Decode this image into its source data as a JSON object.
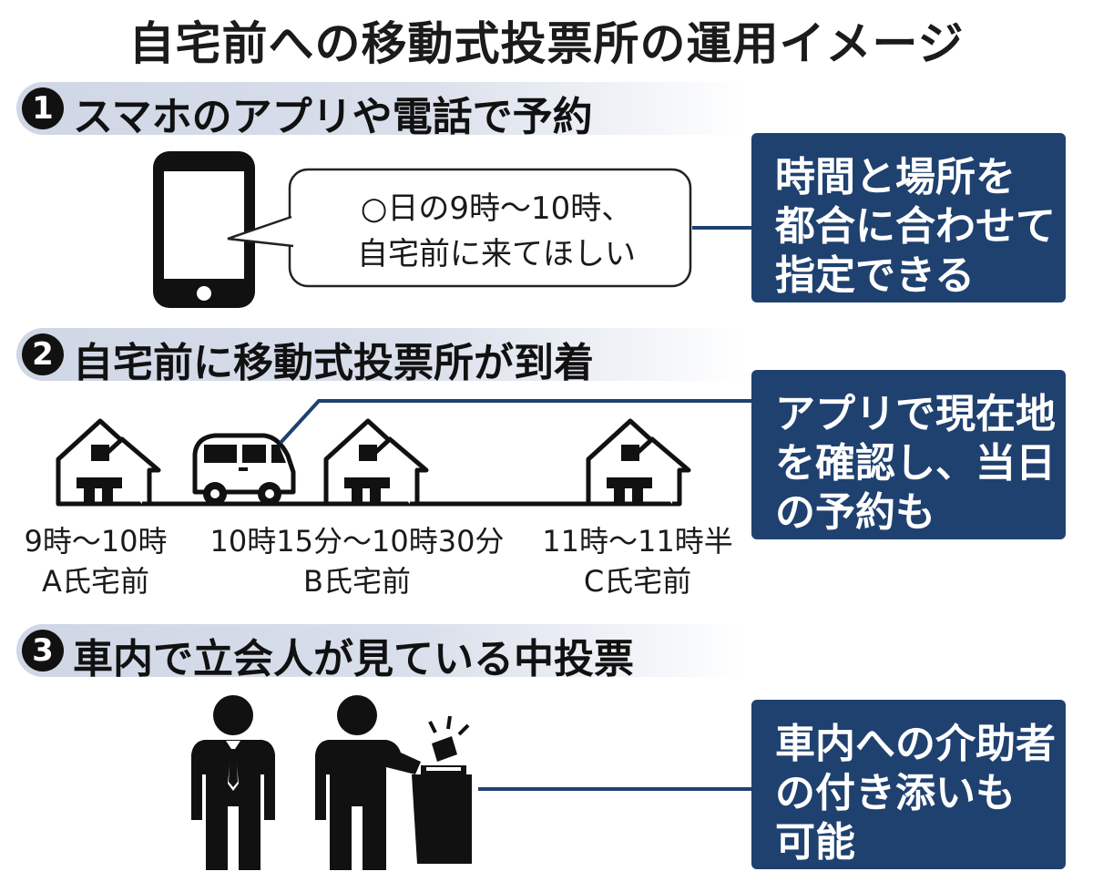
{
  "title": "自宅前への移動式投票所の運用イメージ",
  "steps": [
    {
      "num": "1",
      "text": "スマホのアプリや電話で予約"
    },
    {
      "num": "2",
      "text": "自宅前に移動式投票所が到着"
    },
    {
      "num": "3",
      "text": "車内で立会人が見ている中投票"
    }
  ],
  "bubble": {
    "lines": [
      "○日の9時～10時、",
      "自宅前に来てほしい"
    ]
  },
  "infoboxes": [
    {
      "lines": [
        "時間と場所を",
        "都合に合わせて",
        "指定できる"
      ]
    },
    {
      "lines": [
        "アプリで現在地",
        "を確認し、当日",
        "の予約も"
      ]
    },
    {
      "lines": [
        "車内への介助者",
        "の付き添いも",
        "可能"
      ]
    }
  ],
  "houses": [
    {
      "time": "9時～10時",
      "name": "A氏宅前"
    },
    {
      "time": "10時15分～10時30分",
      "name": "B氏宅前"
    },
    {
      "time": "11時～11時半",
      "name": "C氏宅前"
    }
  ],
  "colors": {
    "navy": "#1f4170",
    "bar": "#d3d9e7",
    "ink": "#111111"
  }
}
